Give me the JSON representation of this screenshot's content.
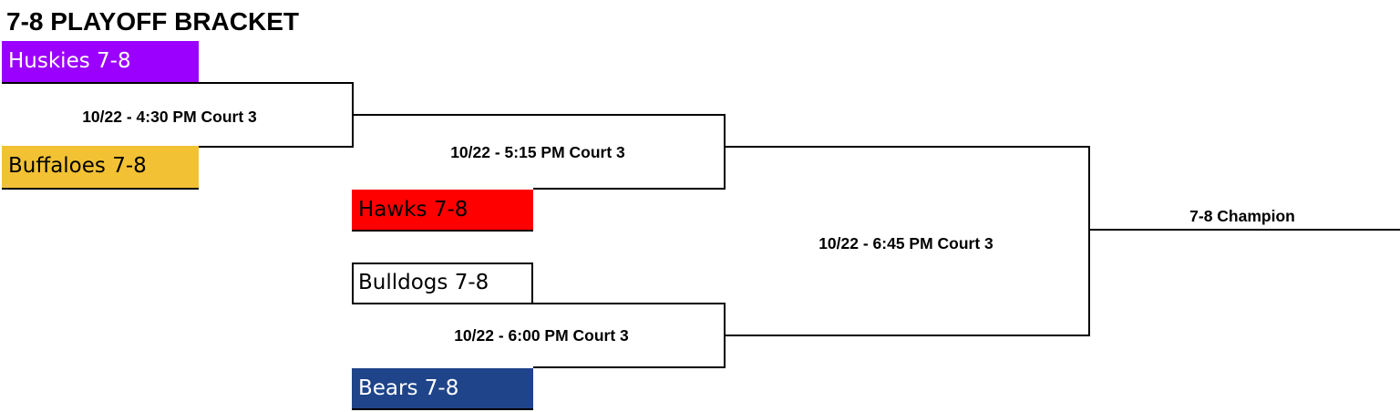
{
  "title": "7-8 PLAYOFF BRACKET",
  "teams": {
    "huskies": {
      "name": "Huskies 7-8",
      "color": "#9b00ff",
      "text_color": "#ffffff"
    },
    "buffaloes": {
      "name": "Buffaloes 7-8",
      "color": "#f2c234",
      "text_color": "#000000"
    },
    "hawks": {
      "name": "Hawks 7-8",
      "color": "#ff0000",
      "text_color": "#000000"
    },
    "bulldogs": {
      "name": "Bulldogs 7-8",
      "color": "#ffffff",
      "text_color": "#000000"
    },
    "bears": {
      "name": "Bears 7-8",
      "color": "#1f4489",
      "text_color": "#ffffff"
    }
  },
  "games": {
    "g1": "10/22 - 4:30 PM Court 3",
    "g2": "10/22 - 5:15 PM Court 3",
    "g3": "10/22 - 6:00 PM Court 3",
    "g4": "10/22 - 6:45 PM Court 3"
  },
  "champion_label": "7-8 Champion"
}
